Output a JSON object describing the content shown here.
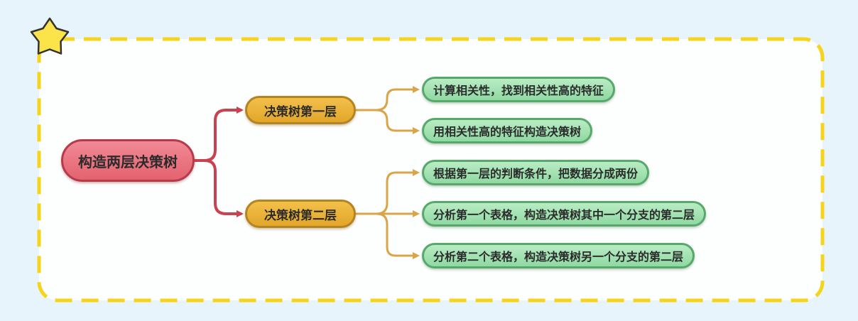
{
  "root": {
    "label": "构造两层决策树"
  },
  "branches": [
    {
      "label": "决策树第一层",
      "children": [
        {
          "label": "计算相关性，找到相关性高的特征"
        },
        {
          "label": "用相关性高的特征构造决策树"
        }
      ]
    },
    {
      "label": "决策树第二层",
      "children": [
        {
          "label": "根据第一层的判断条件，把数据分成两份"
        },
        {
          "label": "分析第一个表格，构造决策树其中一个分支的第二层"
        },
        {
          "label": "分析第二个表格，构造决策树另一个分支的第二层"
        }
      ]
    }
  ],
  "colors": {
    "background": "#e8f4fc",
    "frame_fill": "#fdfefe",
    "frame_dash": "#f6d41a",
    "root_fill": "#e9707c",
    "root_line": "#c8424f",
    "branch_fill": "#eab43a",
    "branch_line": "#d9a548",
    "leaf_fill": "#a6e3b4",
    "star_fill": "#fbe34a",
    "star_stroke": "#333333"
  },
  "icons": {
    "corner": "star-icon"
  }
}
